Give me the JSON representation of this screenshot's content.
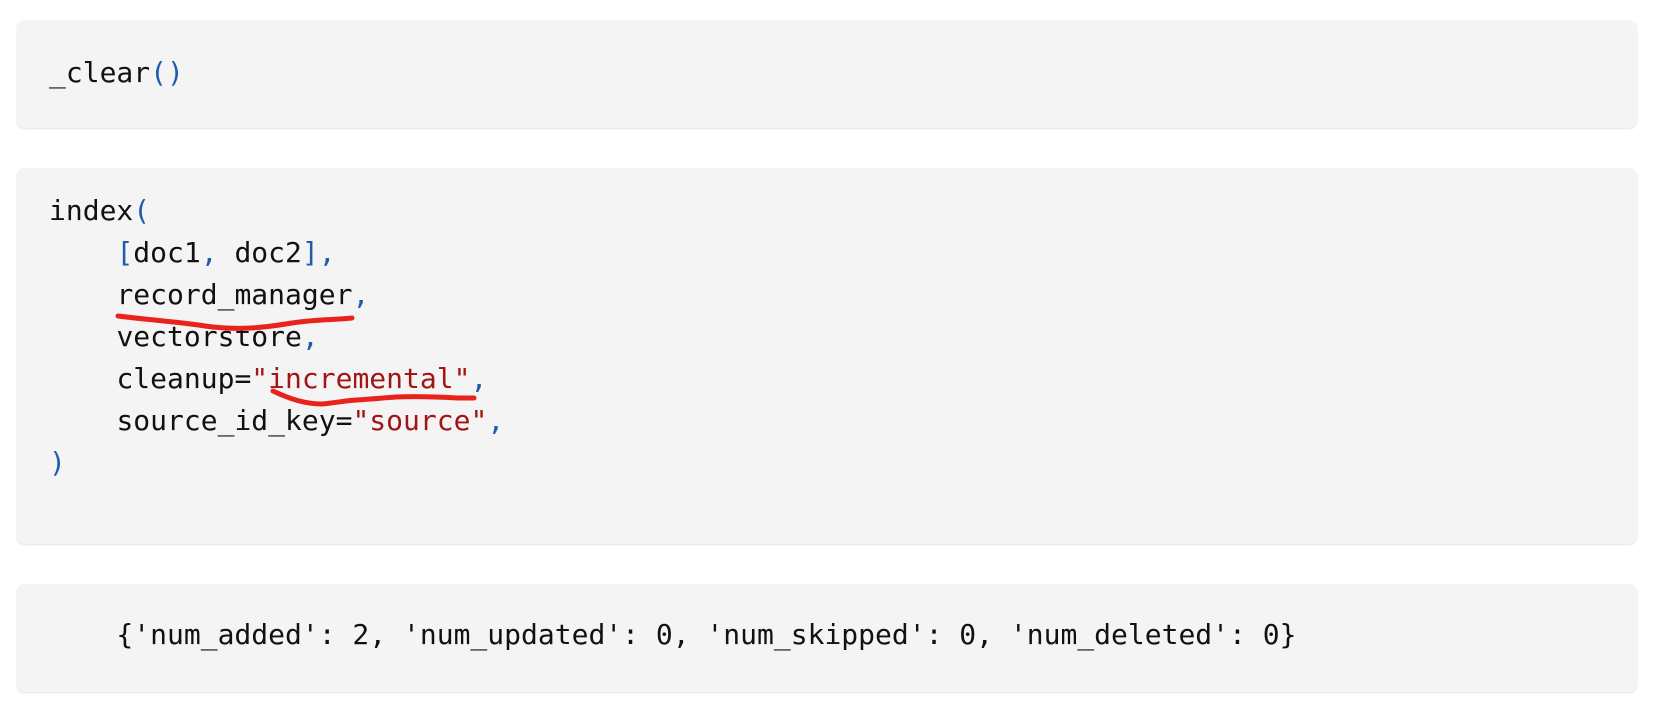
{
  "blocks": {
    "clear": {
      "fn": "_clear",
      "paren": "()"
    },
    "index": {
      "fn": "index",
      "open_paren": "(",
      "lines": {
        "docs": {
          "indent": "    ",
          "open_bracket": "[",
          "doc1": "doc1",
          "sep": ", ",
          "doc2": "doc2",
          "close_bracket": "]",
          "comma": ","
        },
        "record_manager": {
          "indent": "    ",
          "name": "record_manager",
          "comma": ","
        },
        "vectorstore": {
          "indent": "    ",
          "name": "vectorstore",
          "comma": ","
        },
        "cleanup": {
          "indent": "    ",
          "key": "cleanup=",
          "value": "\"incremental\"",
          "comma": ","
        },
        "source_id_key": {
          "indent": "    ",
          "key": "source_id_key=",
          "value": "\"source\"",
          "comma": ","
        }
      },
      "close_paren": ")"
    },
    "output": {
      "text": "    {'num_added': 2, 'num_updated': 0, 'num_skipped': 0, 'num_deleted': 0}"
    }
  },
  "annotations": {
    "color": "#e8231e"
  },
  "colors": {
    "punctuation": "#1f5cad",
    "string": "#a31515",
    "text": "#111111",
    "block_bg": "#f4f4f4"
  }
}
